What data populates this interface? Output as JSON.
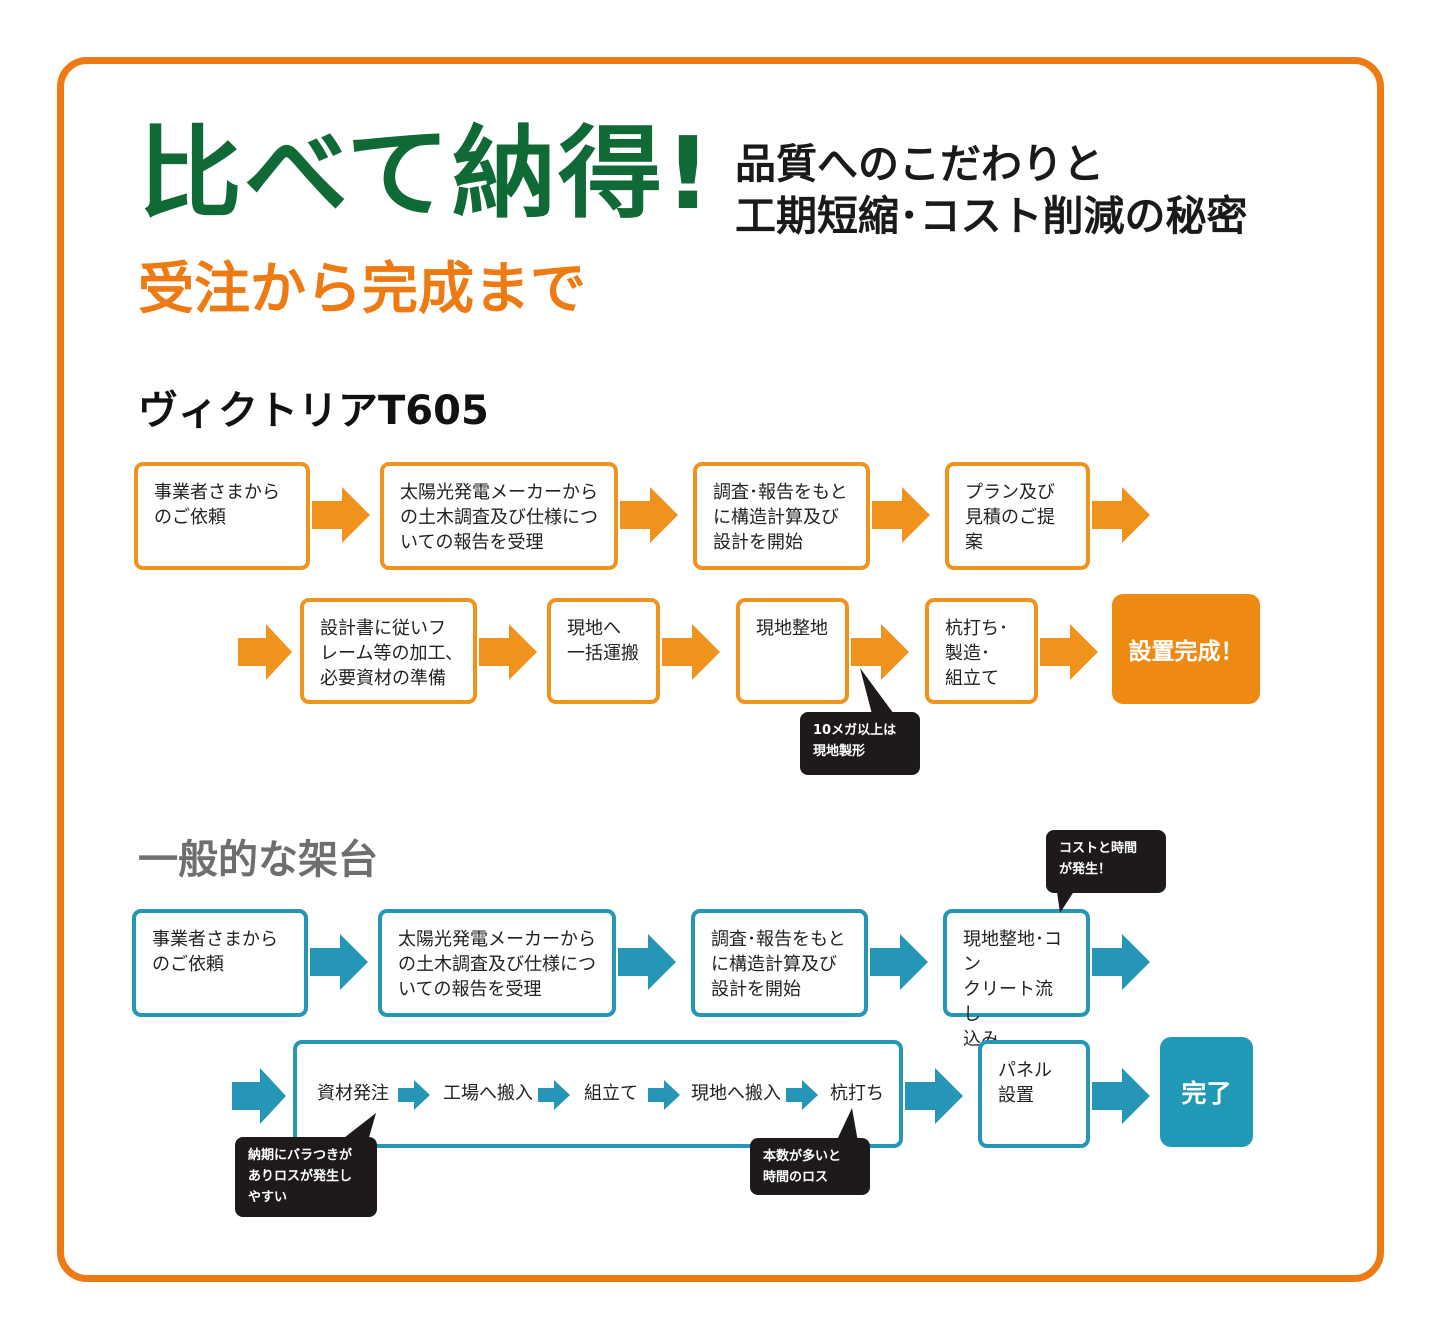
{
  "heading": {
    "main": "比べて納得!",
    "side_line1": "品質へのこだわりと",
    "side_line2": "工期短縮･コスト削減の秘密",
    "sub": "受注から完成まで"
  },
  "section1": {
    "title": "ヴィクトリアT605",
    "row1": [
      "事業者さまから\nのご依頼",
      "太陽光発電メーカーから\nの土木調査及び仕様につ\nいての報告を受理",
      "調査･報告をもと\nに構造計算及び\n設計を開始",
      "プラン及び\n見積のご提案"
    ],
    "row2": [
      "設計書に従いフ\nレーム等の加工､\n必要資材の準備",
      "現地へ\n一括運搬",
      "現地整地",
      "杭打ち･\n製造･\n組立て"
    ],
    "final": "設置完成！",
    "callout": "10メガ以上は\n現地製形"
  },
  "section2": {
    "title": "一般的な架台",
    "row1": [
      "事業者さまから\nのご依頼",
      "太陽光発電メーカーから\nの土木調査及び仕様につ\nいての報告を受理",
      "調査･報告をもと\nに構造計算及び\n設計を開始",
      "現地整地･コン\nクリート流し\n込み"
    ],
    "process_steps": [
      "資材発注",
      "工場へ搬入",
      "組立て",
      "現地へ搬入",
      "杭打ち"
    ],
    "panel": "パネル\n設置",
    "final": "完了",
    "callout_cost": "コストと時間\nが発生！",
    "callout_delivery": "納期にバラつきが\nありロスが発生し\nやすい",
    "callout_piles": "本数が多いと\n時間のロス"
  },
  "colors": {
    "orange": "#ee7a14",
    "box_orange": "#f0931c",
    "blue": "#2596b6",
    "green": "#0f6a36",
    "dark": "#1e1a1c"
  }
}
